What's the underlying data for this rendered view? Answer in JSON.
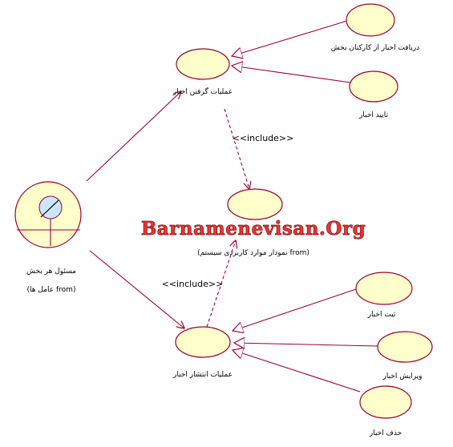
{
  "actor": {
    "name": "مسئول هر بخش",
    "subtitle": "(عامل ها from)"
  },
  "use_cases": {
    "receive_news": {
      "label": "عملیات گرفتن اخبار"
    },
    "receive_from_staff": {
      "label": "دریافت اخبار از کارکنان بخش"
    },
    "approve_news": {
      "label": "تایید اخبار"
    },
    "system_use_case": {
      "label": "(نمودار موارد کاربردی سیستم from)"
    },
    "publish_news": {
      "label": "عملیات انتشار اخبار"
    },
    "register_news": {
      "label": "ثبت اخبار"
    },
    "edit_news": {
      "label": "ویرایش اخبار"
    },
    "delete_news": {
      "label": "حذف اخبار"
    }
  },
  "relations": {
    "include_top": "<<include>>",
    "include_bottom": "<<include>>"
  },
  "watermark": "Barnamenevisan.Org",
  "colors": {
    "line": "#990033",
    "use_case_fill": "#ffffcc",
    "actor_fill": "#ffffcc",
    "actor_face": "#cce6ff",
    "watermark": "#ee3333"
  }
}
